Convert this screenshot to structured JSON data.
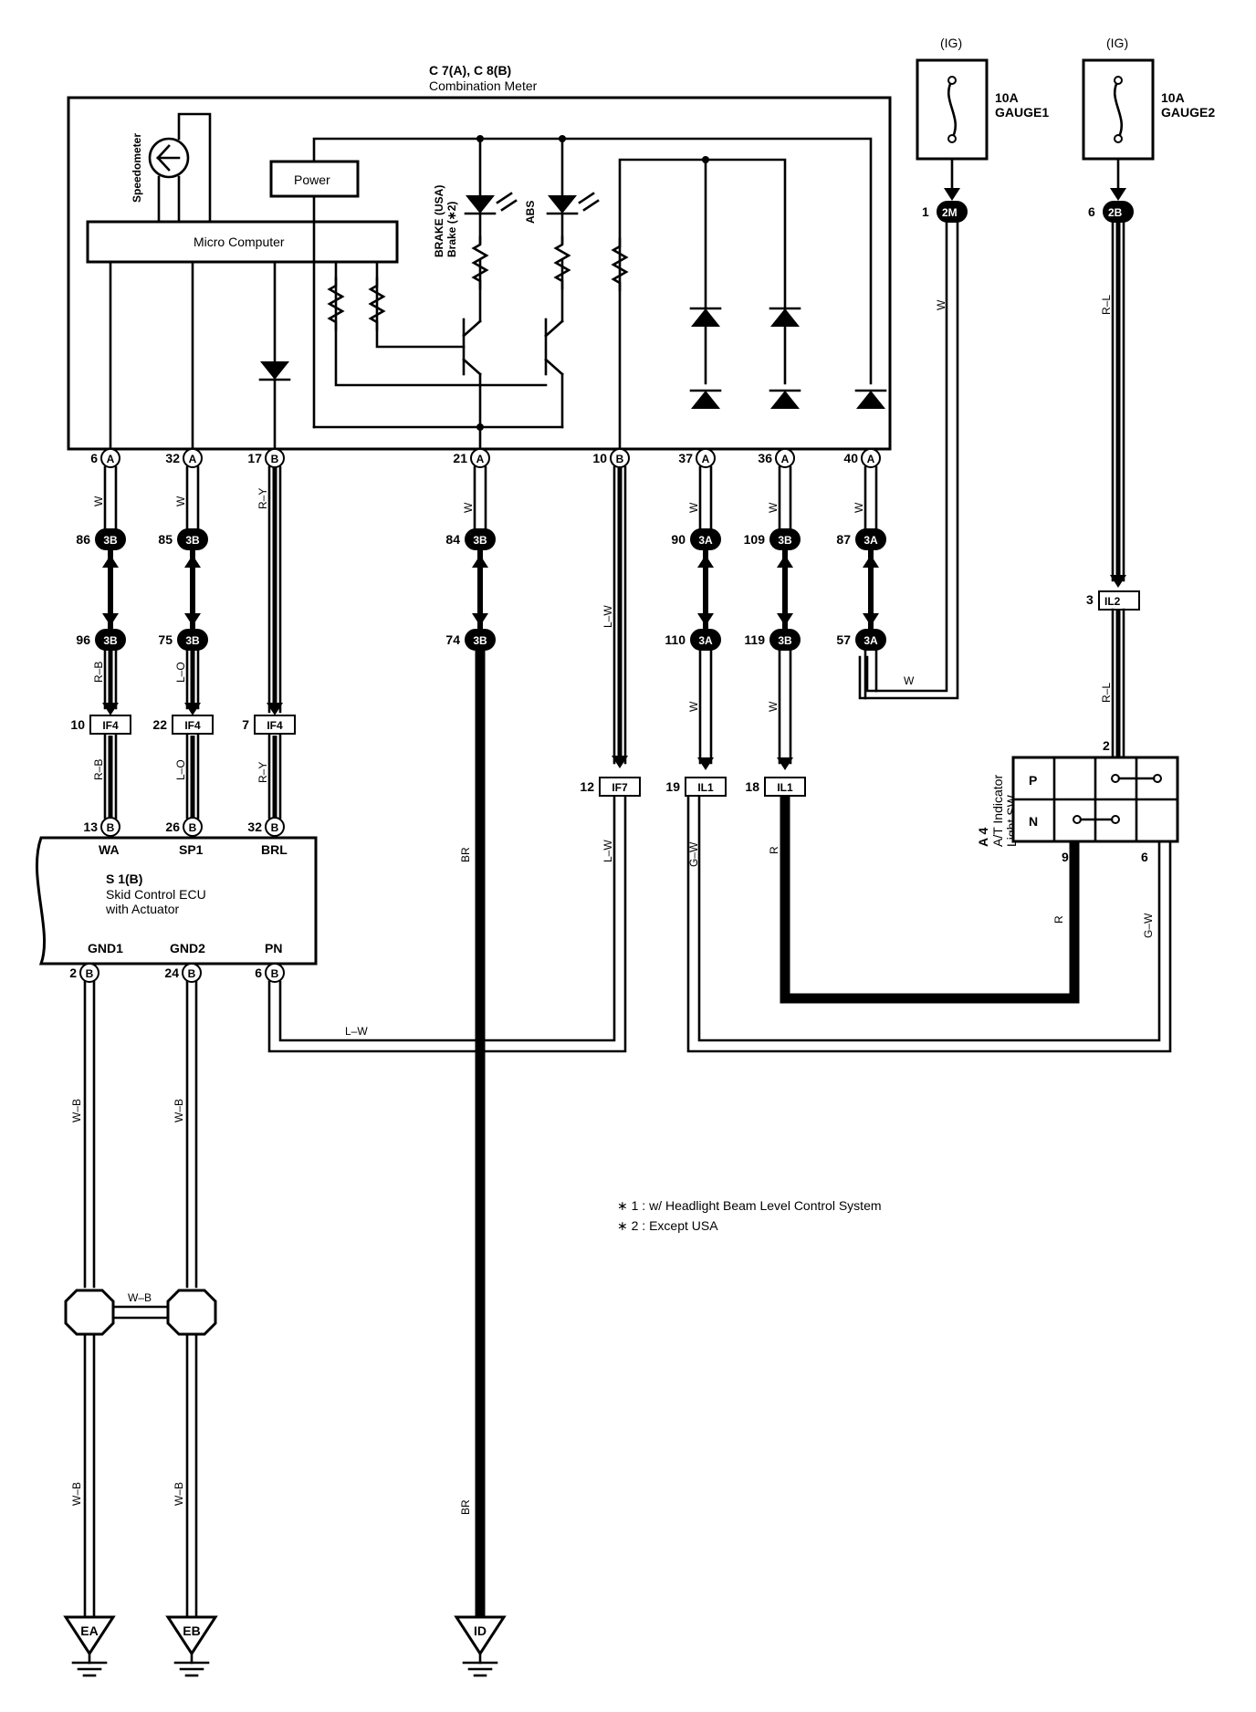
{
  "meter": {
    "ref": "C 7(A), C 8(B)",
    "name": "Combination Meter"
  },
  "meter_internal": {
    "speedometer": "Speedometer",
    "micro_computer": "Micro Computer",
    "power": "Power",
    "brake_line1": "BRAKE (USA)",
    "brake_line2": "Brake (∗2)",
    "abs": "ABS"
  },
  "fuses": [
    {
      "ig": "(IG)",
      "amp": "10A",
      "name": "GAUGE1"
    },
    {
      "ig": "(IG)",
      "amp": "10A",
      "name": "GAUGE2"
    }
  ],
  "fuse_connectors": [
    {
      "pin": "1",
      "conn": "2M"
    },
    {
      "pin": "6",
      "conn": "2B"
    }
  ],
  "meter_pins": [
    {
      "pin": "6",
      "conn": "A"
    },
    {
      "pin": "32",
      "conn": "A"
    },
    {
      "pin": "17",
      "conn": "B"
    },
    {
      "pin": "21",
      "conn": "A"
    },
    {
      "pin": "10",
      "conn": "B"
    },
    {
      "pin": "37",
      "conn": "A"
    },
    {
      "pin": "36",
      "conn": "A"
    },
    {
      "pin": "40",
      "conn": "A"
    }
  ],
  "wire_colors": {
    "w": "W",
    "ry": "R–Y",
    "rb": "R–B",
    "lo": "L–O",
    "lw": "L–W",
    "rl": "R–L",
    "gw": "G–W",
    "r": "R",
    "br": "BR",
    "wb": "W–B"
  },
  "junctions_top": [
    {
      "pin": "86",
      "conn": "3B"
    },
    {
      "pin": "85",
      "conn": "3B"
    },
    {
      "pin": "84",
      "conn": "3B"
    },
    {
      "pin": "90",
      "conn": "3A"
    },
    {
      "pin": "109",
      "conn": "3B"
    },
    {
      "pin": "87",
      "conn": "3A"
    }
  ],
  "junctions_bottom": [
    {
      "pin": "96",
      "conn": "3B"
    },
    {
      "pin": "75",
      "conn": "3B"
    },
    {
      "pin": "74",
      "conn": "3B"
    },
    {
      "pin": "110",
      "conn": "3A"
    },
    {
      "pin": "119",
      "conn": "3B"
    },
    {
      "pin": "57",
      "conn": "3A"
    }
  ],
  "ic_connectors": [
    {
      "pin": "10",
      "conn": "IF4"
    },
    {
      "pin": "22",
      "conn": "IF4"
    },
    {
      "pin": "7",
      "conn": "IF4"
    },
    {
      "pin": "12",
      "conn": "IF7"
    },
    {
      "pin": "19",
      "conn": "IL1"
    },
    {
      "pin": "18",
      "conn": "IL1"
    },
    {
      "pin": "3",
      "conn": "IL2"
    }
  ],
  "ecu": {
    "ref": "S 1(B)",
    "name_line1": "Skid Control ECU",
    "name_line2": "with Actuator",
    "top_terms": [
      "WA",
      "SP1",
      "BRL"
    ],
    "bottom_terms": [
      "GND1",
      "GND2",
      "PN"
    ],
    "top_pins": [
      {
        "pin": "13",
        "conn": "B"
      },
      {
        "pin": "26",
        "conn": "B"
      },
      {
        "pin": "32",
        "conn": "B"
      }
    ],
    "bottom_pins": [
      {
        "pin": "2",
        "conn": "B"
      },
      {
        "pin": "24",
        "conn": "B"
      },
      {
        "pin": "6",
        "conn": "B"
      }
    ]
  },
  "switch": {
    "ref": "A 4",
    "name_line1": "A/T Indicator",
    "name_line2": "Light SW",
    "p": "P",
    "n": "N",
    "pin_top": "2",
    "pin_bl": "9",
    "pin_br": "6"
  },
  "grounds": [
    "EA",
    "EB",
    "ID"
  ],
  "notes": [
    "∗ 1 : w/ Headlight Beam Level Control System",
    "∗ 2 : Except USA"
  ]
}
